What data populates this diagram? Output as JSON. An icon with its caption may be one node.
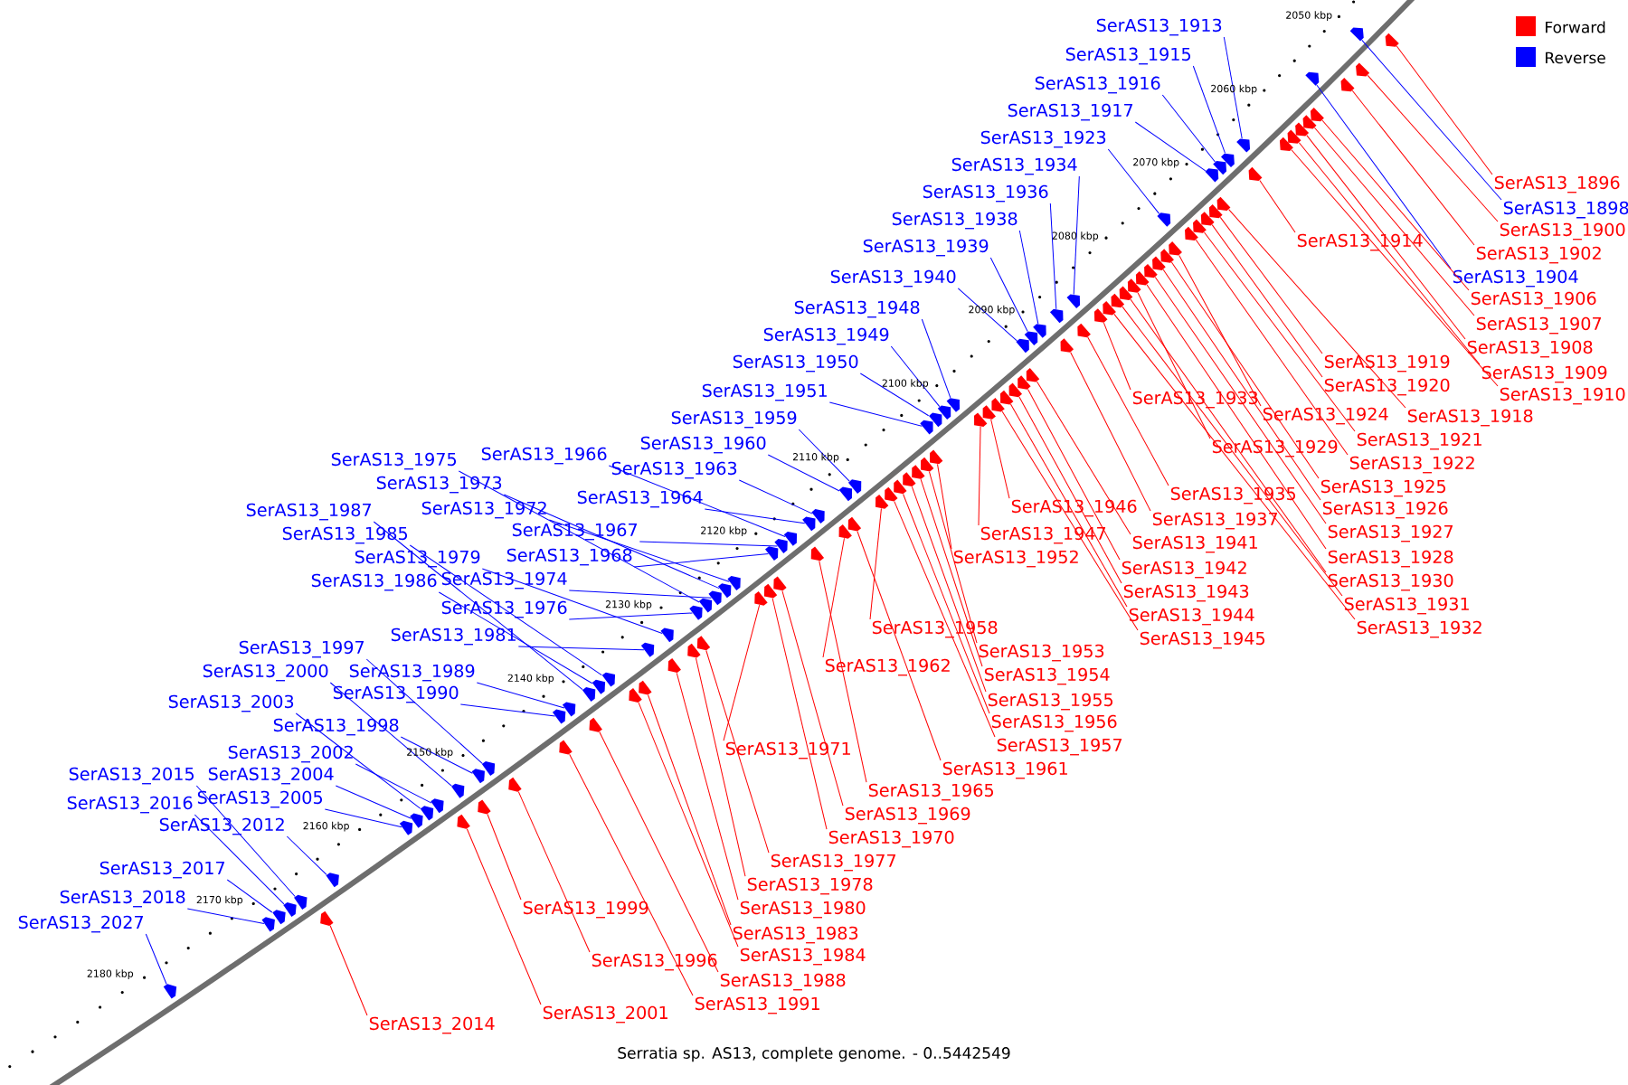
{
  "diagram": {
    "caption": "Serratia sp. AS13, complete genome. - 0..5442549",
    "nodes": [
      {
        "text": [
          "SerAS13_1913"
        ]
      },
      {
        "text": [
          "SerAS13_1915"
        ]
      },
      {
        "text": [
          "SerAS13_1916"
        ]
      },
      {
        "text": [
          "SerAS13_1917"
        ]
      },
      {
        "text": [
          "SerAS13_1923"
        ]
      },
      {
        "text": [
          "SerAS13_1934"
        ]
      },
      {
        "text": [
          "SerAS13_1936"
        ]
      },
      {
        "text": [
          "SerAS13_1938"
        ]
      },
      {
        "text": [
          "SerAS13_1939"
        ]
      },
      {
        "text": [
          "SerAS13_1940"
        ]
      },
      {
        "text": [
          "SerAS13_1948"
        ]
      },
      {
        "text": [
          "SerAS13_1949"
        ]
      },
      {
        "text": [
          "SerAS13_1950"
        ]
      },
      {
        "text": [
          "SerAS13_1951"
        ]
      },
      {
        "text": [
          "SerAS13_1959"
        ]
      },
      {
        "text": [
          "SerAS13_1960"
        ]
      },
      {
        "text": [
          "SerAS13_1963"
        ]
      },
      {
        "text": [
          "SerAS13_1964"
        ]
      },
      {
        "text": [
          "SerAS13_1966"
        ]
      },
      {
        "text": [
          "SerAS13_1975"
        ]
      },
      {
        "text": [
          "SerAS13_1973"
        ]
      },
      {
        "text": [
          "SerAS13_1972"
        ]
      },
      {
        "text": [
          "SerAS13_1967"
        ]
      },
      {
        "text": [
          "SerAS13_1968"
        ]
      },
      {
        "text": [
          "SerAS13_1987"
        ]
      },
      {
        "text": [
          "SerAS13_1985"
        ]
      },
      {
        "text": [
          "SerAS13_1979"
        ]
      },
      {
        "text": [
          "SerAS13_1986"
        ]
      },
      {
        "text": [
          "SerAS13_1974"
        ]
      },
      {
        "text": [
          "SerAS13_1976"
        ]
      },
      {
        "text": [
          "SerAS13_1981"
        ]
      },
      {
        "text": [
          "SerAS13_1997"
        ]
      },
      {
        "text": [
          "SerAS13_2000"
        ]
      },
      {
        "text": [
          "SerAS13_1989"
        ]
      },
      {
        "text": [
          "SerAS13_1990"
        ]
      },
      {
        "text": [
          "SerAS13_2003"
        ]
      },
      {
        "text": [
          "SerAS13_1998"
        ]
      },
      {
        "text": [
          "SerAS13_2002"
        ]
      },
      {
        "text": [
          "SerAS13_2015"
        ]
      },
      {
        "text": [
          "SerAS13_2004"
        ]
      },
      {
        "text": [
          "SerAS13_2016"
        ]
      },
      {
        "text": [
          "SerAS13_2005"
        ]
      },
      {
        "text": [
          "SerAS13_2012"
        ]
      },
      {
        "text": [
          "SerAS13_2017"
        ]
      },
      {
        "text": [
          "SerAS13_2018"
        ]
      },
      {
        "text": [
          "SerAS13_2027"
        ]
      },
      {
        "text": [
          "SerAS13_1898"
        ]
      },
      {
        "text": [
          "SerAS13_1904"
        ]
      },
      {
        "text": [
          "SerAS13_1896"
        ]
      },
      {
        "text": [
          "SerAS13_1900"
        ]
      },
      {
        "text": [
          "SerAS13_1902"
        ]
      },
      {
        "text": [
          "SerAS13_1906"
        ]
      },
      {
        "text": [
          "SerAS13_1907"
        ]
      },
      {
        "text": [
          "SerAS13_1908"
        ]
      },
      {
        "text": [
          "SerAS13_1909"
        ]
      },
      {
        "text": [
          "SerAS13_1910"
        ]
      },
      {
        "text": [
          "SerAS13_1914"
        ]
      },
      {
        "text": [
          "SerAS13_1919"
        ]
      },
      {
        "text": [
          "SerAS13_1920"
        ]
      },
      {
        "text": [
          "SerAS13_1918"
        ]
      },
      {
        "text": [
          "SerAS13_1921"
        ]
      },
      {
        "text": [
          "SerAS13_1922"
        ]
      },
      {
        "text": [
          "SerAS13_1924"
        ]
      },
      {
        "text": [
          "SerAS13_1933"
        ]
      },
      {
        "text": [
          "SerAS13_1929"
        ]
      },
      {
        "text": [
          "SerAS13_1925"
        ]
      },
      {
        "text": [
          "SerAS13_1926"
        ]
      },
      {
        "text": [
          "SerAS13_1927"
        ]
      },
      {
        "text": [
          "SerAS13_1928"
        ]
      },
      {
        "text": [
          "SerAS13_1930"
        ]
      },
      {
        "text": [
          "SerAS13_1931"
        ]
      },
      {
        "text": [
          "SerAS13_1932"
        ]
      },
      {
        "text": [
          "SerAS13_1935"
        ]
      },
      {
        "text": [
          "SerAS13_1937"
        ]
      },
      {
        "text": [
          "SerAS13_1941"
        ]
      },
      {
        "text": [
          "SerAS13_1942"
        ]
      },
      {
        "text": [
          "SerAS13_1943"
        ]
      },
      {
        "text": [
          "SerAS13_1944"
        ]
      },
      {
        "text": [
          "SerAS13_1945"
        ]
      },
      {
        "text": [
          "SerAS13_1946"
        ]
      },
      {
        "text": [
          "SerAS13_1947"
        ]
      },
      {
        "text": [
          "SerAS13_1952"
        ]
      },
      {
        "text": [
          "SerAS13_1958"
        ]
      },
      {
        "text": [
          "SerAS13_1953"
        ]
      },
      {
        "text": [
          "SerAS13_1954"
        ]
      },
      {
        "text": [
          "SerAS13_1955"
        ]
      },
      {
        "text": [
          "SerAS13_1956"
        ]
      },
      {
        "text": [
          "SerAS13_1957"
        ]
      },
      {
        "text": [
          "SerAS13_1961"
        ]
      },
      {
        "text": [
          "SerAS13_1962"
        ]
      },
      {
        "text": [
          "SerAS13_1971"
        ]
      },
      {
        "text": [
          "SerAS13_1965"
        ]
      },
      {
        "text": [
          "SerAS13_1969"
        ]
      },
      {
        "text": [
          "SerAS13_1970"
        ]
      },
      {
        "text": [
          "SerAS13_1977"
        ]
      },
      {
        "text": [
          "SerAS13_1978"
        ]
      },
      {
        "text": [
          "SerAS13_1980"
        ]
      },
      {
        "text": [
          "SerAS13_1983"
        ]
      },
      {
        "text": [
          "SerAS13_1984"
        ]
      },
      {
        "text": [
          "SerAS13_1988"
        ]
      },
      {
        "text": [
          "SerAS13_1991"
        ]
      },
      {
        "text": [
          "SerAS13_1999"
        ]
      },
      {
        "text": [
          "SerAS13_1996"
        ]
      },
      {
        "text": [
          "SerAS13_2001"
        ]
      },
      {
        "text": [
          "SerAS13_2014"
        ]
      },
      {
        "text": [],
        "shape": "arrow"
      },
      {
        "text": [],
        "shape": "arrow"
      },
      {
        "text": [],
        "shape": "arrow"
      },
      {
        "text": [],
        "shape": "arrow"
      },
      {
        "text": [],
        "shape": "arrow"
      },
      {
        "text": [],
        "shape": "arrow"
      },
      {
        "text": [],
        "shape": "arrow"
      },
      {
        "text": [],
        "shape": "arrow"
      },
      {
        "text": [],
        "shape": "arrow"
      },
      {
        "text": [],
        "shape": "arrow"
      },
      {
        "text": [],
        "shape": "arrow"
      },
      {
        "text": [],
        "shape": "arrow"
      },
      {
        "text": [],
        "shape": "arrow"
      },
      {
        "text": [],
        "shape": "arrow"
      },
      {
        "text": [],
        "shape": "arrow"
      },
      {
        "text": [],
        "shape": "arrow"
      },
      {
        "text": [],
        "shape": "arrow"
      },
      {
        "text": [],
        "shape": "arrow"
      },
      {
        "text": [],
        "shape": "arrow"
      },
      {
        "text": [],
        "shape": "arrow"
      },
      {
        "text": [],
        "shape": "arrow"
      },
      {
        "text": [],
        "shape": "arrow"
      },
      {
        "text": [],
        "shape": "arrow"
      },
      {
        "text": [],
        "shape": "arrow"
      },
      {
        "text": [],
        "shape": "arrow"
      },
      {
        "text": [],
        "shape": "arrow"
      },
      {
        "text": [],
        "shape": "arrow"
      },
      {
        "text": [],
        "shape": "arrow"
      },
      {
        "text": [],
        "shape": "arrow"
      },
      {
        "text": [],
        "shape": "arrow"
      },
      {
        "text": [],
        "shape": "arrow"
      },
      {
        "text": [],
        "shape": "arrow"
      },
      {
        "text": [],
        "shape": "arrow"
      },
      {
        "text": [],
        "shape": "arrow"
      },
      {
        "text": [],
        "shape": "arrow"
      },
      {
        "text": [],
        "shape": "arrow"
      },
      {
        "text": [],
        "shape": "arrow"
      },
      {
        "text": [],
        "shape": "arrow"
      },
      {
        "text": [],
        "shape": "arrow"
      },
      {
        "text": [],
        "shape": "arrow"
      },
      {
        "text": [],
        "shape": "arrow"
      },
      {
        "text": [],
        "shape": "arrow"
      },
      {
        "text": [],
        "shape": "arrow"
      },
      {
        "text": [],
        "shape": "arrow"
      },
      {
        "text": [],
        "shape": "arrow"
      },
      {
        "text": [],
        "shape": "arrow"
      },
      {
        "text": [],
        "shape": "arrow"
      },
      {
        "text": [],
        "shape": "arrow"
      },
      {
        "text": [],
        "shape": "arrow"
      },
      {
        "text": [],
        "shape": "arrow"
      },
      {
        "text": [],
        "shape": "arrow"
      },
      {
        "text": [],
        "shape": "arrow"
      },
      {
        "text": [],
        "shape": "arrow"
      },
      {
        "text": [],
        "shape": "arrow"
      },
      {
        "text": [],
        "shape": "arrow"
      },
      {
        "text": [],
        "shape": "arrow"
      },
      {
        "text": [],
        "shape": "arrow"
      },
      {
        "text": [],
        "shape": "arrow"
      },
      {
        "text": [],
        "shape": "arrow"
      },
      {
        "text": [],
        "shape": "arrow"
      },
      {
        "text": [],
        "shape": "arrow"
      },
      {
        "text": [],
        "shape": "arrow"
      },
      {
        "text": [],
        "shape": "arrow"
      },
      {
        "text": [],
        "shape": "arrow"
      },
      {
        "text": [],
        "shape": "arrow"
      },
      {
        "text": [],
        "shape": "arrow"
      },
      {
        "text": [],
        "shape": "arrow"
      },
      {
        "text": [],
        "shape": "arrow"
      },
      {
        "text": [],
        "shape": "arrow"
      },
      {
        "text": [],
        "shape": "arrow"
      },
      {
        "text": [],
        "shape": "arrow"
      },
      {
        "text": [],
        "shape": "arrow"
      },
      {
        "text": [],
        "shape": "arrow"
      },
      {
        "text": [],
        "shape": "arrow"
      },
      {
        "text": [],
        "shape": "arrow"
      },
      {
        "text": [],
        "shape": "arrow"
      },
      {
        "text": [],
        "shape": "arrow"
      },
      {
        "text": [],
        "shape": "arrow"
      },
      {
        "text": [],
        "shape": "arrow"
      },
      {
        "text": [],
        "shape": "arrow"
      },
      {
        "text": [],
        "shape": "arrow"
      },
      {
        "text": [],
        "shape": "arrow"
      },
      {
        "text": [],
        "shape": "arrow"
      },
      {
        "text": [],
        "shape": "arrow"
      },
      {
        "text": [],
        "shape": "arrow"
      },
      {
        "text": [],
        "shape": "arrow"
      },
      {
        "text": [],
        "shape": "arrow"
      },
      {
        "text": [],
        "shape": "arrow"
      },
      {
        "text": [],
        "shape": "arrow"
      },
      {
        "text": [],
        "shape": "arrow"
      },
      {
        "text": [],
        "shape": "arrow"
      },
      {
        "text": [],
        "shape": "arrow"
      },
      {
        "text": [],
        "shape": "arrow"
      },
      {
        "text": [],
        "shape": "arrow"
      },
      {
        "text": [],
        "shape": "arrow"
      },
      {
        "text": [],
        "shape": "arrow"
      },
      {
        "text": [],
        "shape": "arrow"
      },
      {
        "text": [],
        "shape": "arrow"
      },
      {
        "text": [],
        "shape": "arrow"
      },
      {
        "text": [],
        "shape": "arrow"
      },
      {
        "text": [],
        "shape": "arrow"
      },
      {
        "text": [],
        "shape": "arrow"
      },
      {
        "text": [],
        "shape": "arrow"
      },
      {
        "text": [],
        "shape": "arrow"
      },
      {
        "text": [],
        "shape": "arrow"
      }
    ],
    "edges": [
      {
        "from": 0,
        "to": 105,
        "arrow": "none",
        "color": "#0000ff"
      },
      {
        "from": 1,
        "to": 106,
        "arrow": "none",
        "color": "#0000ff"
      },
      {
        "from": 2,
        "to": 107,
        "arrow": "none",
        "color": "#0000ff"
      },
      {
        "from": 3,
        "to": 108,
        "arrow": "none",
        "color": "#0000ff"
      },
      {
        "from": 4,
        "to": 109,
        "arrow": "none",
        "color": "#0000ff"
      },
      {
        "from": 5,
        "to": 110,
        "arrow": "none",
        "color": "#0000ff"
      },
      {
        "from": 6,
        "to": 111,
        "arrow": "none",
        "color": "#0000ff"
      },
      {
        "from": 7,
        "to": 112,
        "arrow": "none",
        "color": "#0000ff"
      },
      {
        "from": 8,
        "to": 113,
        "arrow": "none",
        "color": "#0000ff"
      },
      {
        "from": 9,
        "to": 114,
        "arrow": "none",
        "color": "#0000ff"
      },
      {
        "from": 10,
        "to": 115,
        "arrow": "none",
        "color": "#0000ff"
      },
      {
        "from": 11,
        "to": 116,
        "arrow": "none",
        "color": "#0000ff"
      },
      {
        "from": 12,
        "to": 117,
        "arrow": "none",
        "color": "#0000ff"
      },
      {
        "from": 13,
        "to": 118,
        "arrow": "none",
        "color": "#0000ff"
      },
      {
        "from": 14,
        "to": 119,
        "arrow": "none",
        "color": "#0000ff"
      },
      {
        "from": 15,
        "to": 120,
        "arrow": "none",
        "color": "#0000ff"
      },
      {
        "from": 16,
        "to": 121,
        "arrow": "none",
        "color": "#0000ff"
      },
      {
        "from": 17,
        "to": 122,
        "arrow": "none",
        "color": "#0000ff"
      },
      {
        "from": 18,
        "to": 123,
        "arrow": "none",
        "color": "#0000ff"
      },
      {
        "from": 19,
        "to": 124,
        "arrow": "none",
        "color": "#0000ff"
      },
      {
        "from": 20,
        "to": 125,
        "arrow": "none",
        "color": "#0000ff"
      },
      {
        "from": 21,
        "to": 126,
        "arrow": "none",
        "color": "#0000ff"
      },
      {
        "from": 22,
        "to": 127,
        "arrow": "none",
        "color": "#0000ff"
      },
      {
        "from": 23,
        "to": 128,
        "arrow": "none",
        "color": "#0000ff"
      },
      {
        "from": 24,
        "to": 129,
        "arrow": "none",
        "color": "#0000ff"
      },
      {
        "from": 25,
        "to": 130,
        "arrow": "none",
        "color": "#0000ff"
      },
      {
        "from": 26,
        "to": 131,
        "arrow": "none",
        "color": "#0000ff"
      },
      {
        "from": 27,
        "to": 132,
        "arrow": "none",
        "color": "#0000ff"
      },
      {
        "from": 28,
        "to": 133,
        "arrow": "none",
        "color": "#0000ff"
      },
      {
        "from": 29,
        "to": 134,
        "arrow": "none",
        "color": "#0000ff"
      },
      {
        "from": 30,
        "to": 135,
        "arrow": "none",
        "color": "#0000ff"
      },
      {
        "from": 31,
        "to": 136,
        "arrow": "none",
        "color": "#0000ff"
      },
      {
        "from": 32,
        "to": 137,
        "arrow": "none",
        "color": "#0000ff"
      },
      {
        "from": 33,
        "to": 138,
        "arrow": "none",
        "color": "#0000ff"
      },
      {
        "from": 34,
        "to": 139,
        "arrow": "none",
        "color": "#0000ff"
      },
      {
        "from": 35,
        "to": 140,
        "arrow": "none",
        "color": "#0000ff"
      },
      {
        "from": 36,
        "to": 141,
        "arrow": "none",
        "color": "#0000ff"
      },
      {
        "from": 37,
        "to": 142,
        "arrow": "none",
        "color": "#0000ff"
      },
      {
        "from": 38,
        "to": 143,
        "arrow": "none",
        "color": "#0000ff"
      },
      {
        "from": 39,
        "to": 144,
        "arrow": "none",
        "color": "#0000ff"
      },
      {
        "from": 40,
        "to": 145,
        "arrow": "none",
        "color": "#0000ff"
      },
      {
        "from": 41,
        "to": 146,
        "arrow": "none",
        "color": "#0000ff"
      },
      {
        "from": 42,
        "to": 147,
        "arrow": "none",
        "color": "#0000ff"
      },
      {
        "from": 43,
        "to": 148,
        "arrow": "none",
        "color": "#0000ff"
      },
      {
        "from": 44,
        "to": 149,
        "arrow": "none",
        "color": "#0000ff"
      },
      {
        "from": 45,
        "to": 150,
        "arrow": "none",
        "color": "#0000ff"
      },
      {
        "from": 46,
        "to": 151,
        "arrow": "none",
        "color": "#0000ff"
      },
      {
        "from": 47,
        "to": 152,
        "arrow": "none",
        "color": "#0000ff"
      },
      {
        "from": 48,
        "to": 153,
        "arrow": "none"
      },
      {
        "from": 49,
        "to": 154,
        "arrow": "none"
      },
      {
        "from": 50,
        "to": 155,
        "arrow": "none"
      },
      {
        "from": 51,
        "to": 156,
        "arrow": "none"
      },
      {
        "from": 52,
        "to": 157,
        "arrow": "none"
      },
      {
        "from": 53,
        "to": 158,
        "arrow": "none"
      },
      {
        "from": 54,
        "to": 159,
        "arrow": "none"
      },
      {
        "from": 55,
        "to": 160,
        "arrow": "none"
      },
      {
        "from": 56,
        "to": 161,
        "arrow": "none"
      },
      {
        "from": 57,
        "to": 162,
        "arrow": "none"
      },
      {
        "from": 58,
        "to": 163,
        "arrow": "none"
      },
      {
        "from": 59,
        "to": 164,
        "arrow": "none"
      },
      {
        "from": 60,
        "to": 165,
        "arrow": "none"
      },
      {
        "from": 61,
        "to": 166,
        "arrow": "none"
      },
      {
        "from": 62,
        "to": 167,
        "arrow": "none"
      },
      {
        "from": 63,
        "to": 168,
        "arrow": "none"
      },
      {
        "from": 64,
        "to": 169,
        "arrow": "none"
      },
      {
        "from": 65,
        "to": 170,
        "arrow": "none"
      },
      {
        "from": 66,
        "to": 171,
        "arrow": "none"
      },
      {
        "from": 67,
        "to": 172,
        "arrow": "none"
      },
      {
        "from": 68,
        "to": 173,
        "arrow": "none"
      },
      {
        "from": 69,
        "to": 174,
        "arrow": "none"
      },
      {
        "from": 70,
        "to": 175,
        "arrow": "none"
      },
      {
        "from": 71,
        "to": 176,
        "arrow": "none"
      },
      {
        "from": 72,
        "to": 177,
        "arrow": "none"
      },
      {
        "from": 73,
        "to": 178,
        "arrow": "none"
      },
      {
        "from": 74,
        "to": 179,
        "arrow": "none"
      },
      {
        "from": 75,
        "to": 180,
        "arrow": "none"
      },
      {
        "from": 76,
        "to": 181,
        "arrow": "none"
      },
      {
        "from": 77,
        "to": 182,
        "arrow": "none"
      },
      {
        "from": 78,
        "to": 183,
        "arrow": "none"
      },
      {
        "from": 79,
        "to": 184,
        "arrow": "none"
      },
      {
        "from": 80,
        "to": 185,
        "arrow": "none"
      },
      {
        "from": 81,
        "to": 186,
        "arrow": "none"
      },
      {
        "from": 82,
        "to": 187,
        "arrow": "none"
      },
      {
        "from": 83,
        "to": 188,
        "arrow": "none"
      },
      {
        "from": 84,
        "to": 189,
        "arrow": "none"
      },
      {
        "from": 85,
        "to": 190,
        "arrow": "none"
      },
      {
        "from": 86,
        "to": 191,
        "arrow": "none"
      },
      {
        "from": 87,
        "to": 192,
        "arrow": "none"
      },
      {
        "from": 88,
        "to": 193,
        "arrow": "none"
      },
      {
        "from": 89,
        "to": 194,
        "arrow": "none"
      },
      {
        "from": 90,
        "to": 195,
        "arrow": "none"
      },
      {
        "from": 91,
        "to": 196,
        "arrow": "none"
      },
      {
        "from": 92,
        "to": 197,
        "arrow": "none"
      },
      {
        "from": 93,
        "to": 198,
        "arrow": "none"
      },
      {
        "from": 94,
        "to": 199,
        "arrow": "none"
      },
      {
        "from": 95,
        "to": 200,
        "arrow": "none"
      },
      {
        "from": 96,
        "to": 201,
        "arrow": "none"
      },
      {
        "from": 97,
        "to": 202,
        "arrow": "none"
      },
      {
        "from": 98,
        "to": 203,
        "arrow": "none"
      },
      {
        "from": 99,
        "to": 204,
        "arrow": "none"
      },
      {
        "from": 100,
        "to": 205,
        "arrow": "none"
      },
      {
        "from": 101,
        "to": 206,
        "arrow": "none"
      },
      {
        "from": 102,
        "to": 207,
        "arrow": "none"
      },
      {
        "from": 103,
        "to": 208,
        "arrow": "none"
      },
      {
        "from": 104,
        "to": 209,
        "arrow": "none"
      }
    ],
    "labels": [
      "2050 kbp",
      "2060 kbp",
      "2070 kbp",
      "2080 kbp",
      "2090 kbp",
      "2100 kbp",
      "2110 kbp",
      "2120 kbp",
      "2130 kbp",
      "2140 kbp",
      "2150 kbp",
      "2160 kbp",
      "2170 kbp",
      "2180 kbp"
    ],
    "legend": [
      {
        "text": "Forward",
        "color": "#ff0000"
      },
      {
        "text": "Reverse",
        "color": "#0000ff"
      }
    ]
  }
}
